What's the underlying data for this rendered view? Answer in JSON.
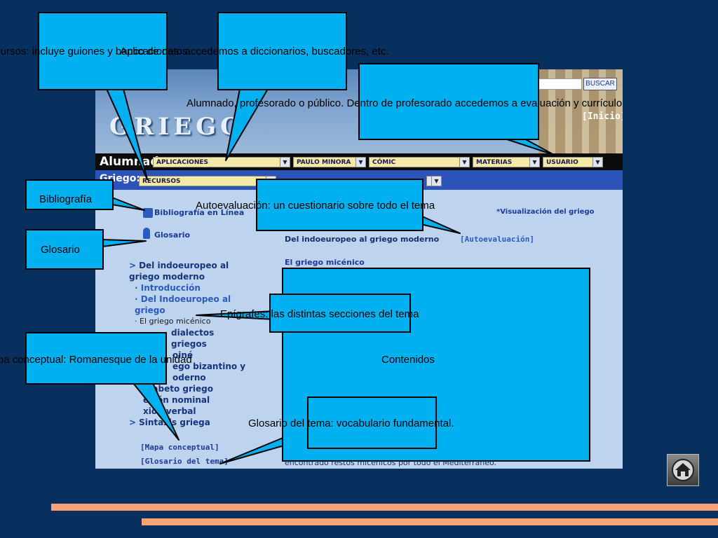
{
  "site": {
    "logo": "GRIEGO",
    "search_button": "BUSCAR",
    "inicio": "[Inicio]",
    "nav_alumnado_label": "Alumnado",
    "nav_griego_label": "Griego:",
    "top_menu": [
      "APLICACIONES",
      "PAULO MINORA",
      "CÓMIC",
      "MATERIAS",
      "USUARIO"
    ],
    "griego_menu": [
      "RECURSOS"
    ],
    "links": {
      "bibliografia": "Bibliografía en Línea",
      "glosario": "Glosario",
      "visualizacion": "*Visualización del griego",
      "tema_title": "Del indoeuropeo al griego moderno",
      "autoevaluacion": "[Autoevaluación]",
      "micenico": "El griego micénico",
      "mapa": "[Mapa conceptual]",
      "glosario_tema": "[Glosario del tema]",
      "footer_text": "encontrado restos micénicos por todo el Mediterráneo."
    },
    "toc": [
      {
        "text": "Del indoeuropeo al griego moderno",
        "level": 0
      },
      {
        "text": "· Introducción",
        "level": 1
      },
      {
        "text": "· Del Indoeuropeo al griego",
        "level": 1
      },
      {
        "text": "· El griego micénico",
        "level": 1,
        "plain": true
      },
      {
        "text": "dialectos griegos",
        "level": 0
      },
      {
        "text": "oiné",
        "level": 0
      },
      {
        "text": "ego bizantino y",
        "level": 0
      },
      {
        "text": "oderno",
        "level": 0
      },
      {
        "text": "alfabeto griego",
        "level": 0
      },
      {
        "text": "exión nominal",
        "level": 0
      },
      {
        "text": "xión verbal",
        "level": 0
      },
      {
        "text": "Sintaxis griega",
        "level": 0
      }
    ]
  },
  "callouts": {
    "recursos": "Recursos: incluye guiones y banco de datos",
    "aplicaciones": "Aplicaciones: accedemos a diccionarios, buscadores, etc.",
    "usuario": "Alumnado, profesorado o público. Dentro de profesorado accedemos a evaluación y currículo",
    "bibliografia": "Bibliografía",
    "glosario": "Glosario",
    "autoevaluacion": "Autoevaluación: un cuestionario sobre todo el tema",
    "epigrafes": "Epígrafes: las distintas secciones del tema",
    "mapa": "Mapa conceptual: Romanesque de la unidad",
    "contenidos": "Contenidos",
    "glosario_tema": "Glosario del tema: vocabulario fundamental."
  }
}
